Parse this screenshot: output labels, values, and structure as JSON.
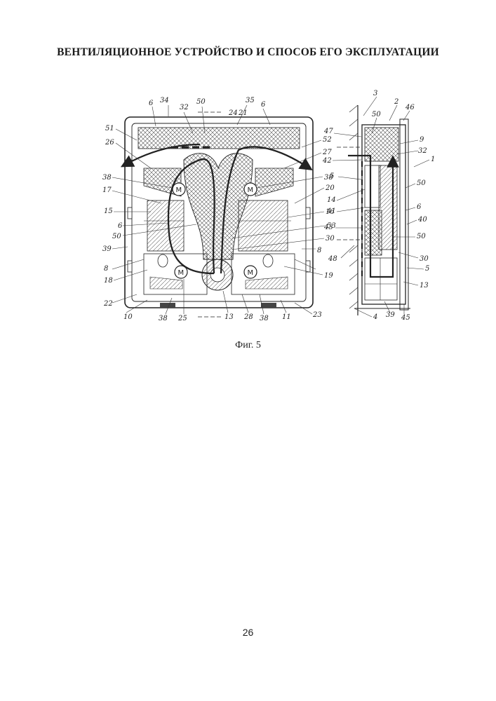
{
  "document": {
    "title": "ВЕНТИЛЯЦИОННОЕ УСТРОЙСТВО И СПОСОБ ЕГО ЭКСПЛУАТАЦИИ",
    "figure_caption": "Фиг. 5",
    "page_number": "26"
  },
  "figure": {
    "front_view_labels": [
      "34",
      "32",
      "50",
      "35",
      "24",
      "21",
      "6",
      "6",
      "51",
      "52",
      "26",
      "27",
      "38",
      "38",
      "17",
      "20",
      "15",
      "16",
      "6",
      "50",
      "53",
      "30",
      "39",
      "8",
      "8",
      "18",
      "19",
      "22",
      "10",
      "38",
      "25",
      "13",
      "28",
      "38",
      "11",
      "23"
    ],
    "side_view_labels": [
      "3",
      "2",
      "46",
      "50",
      "47",
      "9",
      "32",
      "1",
      "42",
      "5",
      "50",
      "14",
      "6",
      "41",
      "40",
      "43",
      "50",
      "30",
      "48",
      "5",
      "13",
      "4",
      "39",
      "45"
    ]
  }
}
